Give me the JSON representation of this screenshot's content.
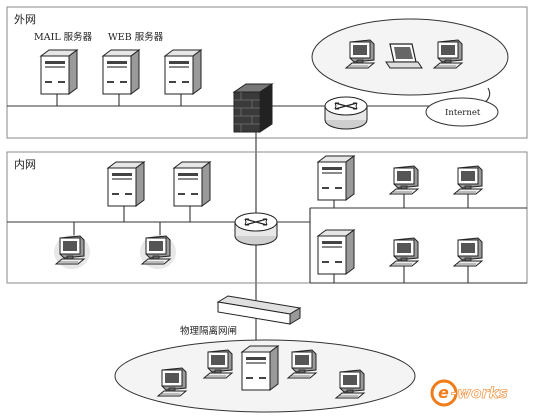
{
  "labels": {
    "outer_net": "外网",
    "mail_server": "MAIL 服务器",
    "web_server": "WEB 服务器",
    "internet": "Internet",
    "inner_net": "内网",
    "isolation_gateway": "物理隔离网闸"
  },
  "watermark": {
    "text": "e-works",
    "accent": "#f07c1a"
  },
  "icons": [
    "server-icon",
    "desktop-computer-icon",
    "laptop-icon",
    "router-icon",
    "firewall-icon",
    "gateway-device-icon"
  ],
  "colors": {
    "line": "#333333",
    "box_border": "#888888",
    "device_fill": "#ffffff",
    "firewall_fill": "#3a3a3a",
    "ellipse_fill": "#f4f4f4"
  }
}
